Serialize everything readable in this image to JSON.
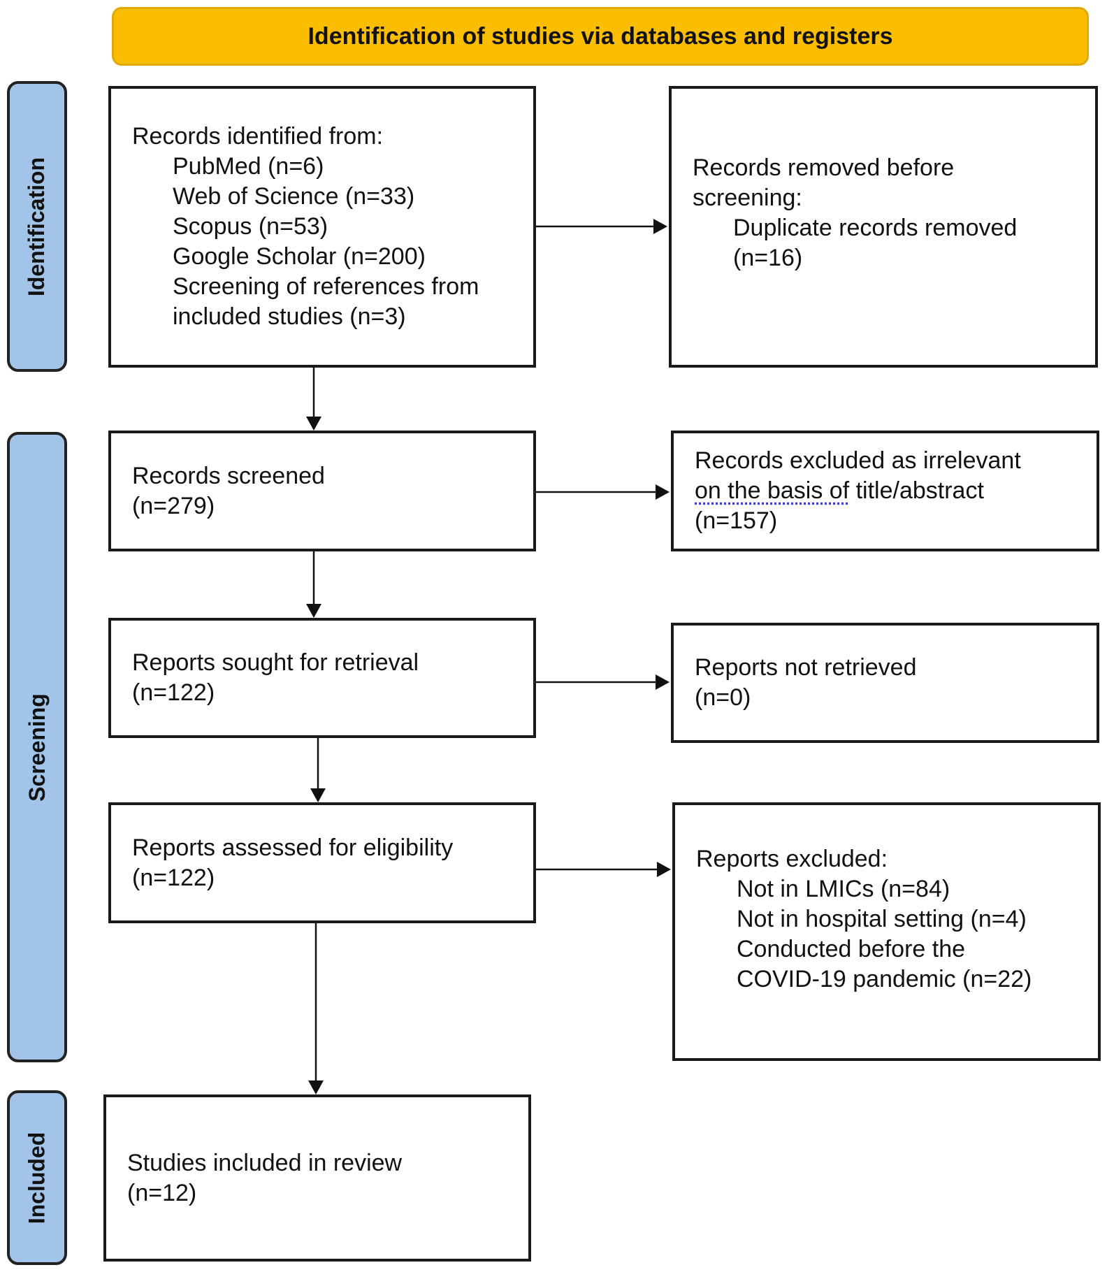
{
  "header": {
    "title": "Identification of studies via databases and registers"
  },
  "phases": {
    "identification": "Identification",
    "screening": "Screening",
    "included": "Included"
  },
  "records_identified": {
    "heading": "Records identified from:",
    "sources": [
      "PubMed (n=6)",
      "Web of Science (n=33)",
      "Scopus (n=53)",
      "Google Scholar (n=200)",
      "Screening of references from",
      "included studies (n=3)"
    ]
  },
  "records_removed": {
    "line1": "Records removed before",
    "line2": "screening:",
    "detail1": "Duplicate records removed",
    "detail2": "(n=16)"
  },
  "records_screened": {
    "label": "Records screened",
    "count": "(n=279)"
  },
  "records_excluded": {
    "line1": "Records excluded as irrelevant",
    "line2_underlined": "on the basis of",
    "line2_rest": " title/abstract",
    "count": "(n=157)"
  },
  "reports_sought": {
    "label": "Reports sought for retrieval",
    "count": "(n=122)"
  },
  "reports_not_retrieved": {
    "label": "Reports not retrieved",
    "count": "(n=0)"
  },
  "reports_assessed": {
    "label": "Reports assessed for eligibility",
    "count": "(n=122)"
  },
  "reports_excluded": {
    "heading": "Reports excluded:",
    "reasons": [
      "Not in LMICs (n=84)",
      "Not in hospital setting (n=4)",
      "Conducted before the",
      "COVID-19 pandemic (n=22)"
    ]
  },
  "studies_included": {
    "label": "Studies included in review",
    "count": "(n=12)"
  },
  "colors": {
    "header_fill": "#fbbd00",
    "phase_fill": "#a2c4e8",
    "box_border": "#1a1a1a",
    "arrow": "#111111"
  }
}
